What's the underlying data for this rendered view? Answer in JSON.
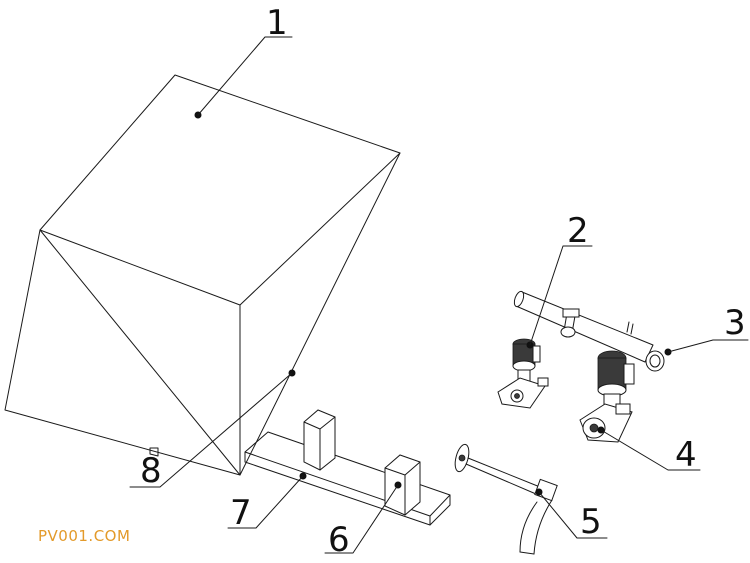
{
  "watermark": "PV001.COM",
  "callouts": [
    {
      "id": "callout-1",
      "text": "1"
    },
    {
      "id": "callout-2",
      "text": "2"
    },
    {
      "id": "callout-3",
      "text": "3"
    },
    {
      "id": "callout-4",
      "text": "4"
    },
    {
      "id": "callout-5",
      "text": "5"
    },
    {
      "id": "callout-6",
      "text": "6"
    },
    {
      "id": "callout-7",
      "text": "7"
    },
    {
      "id": "callout-8",
      "text": "8"
    }
  ]
}
